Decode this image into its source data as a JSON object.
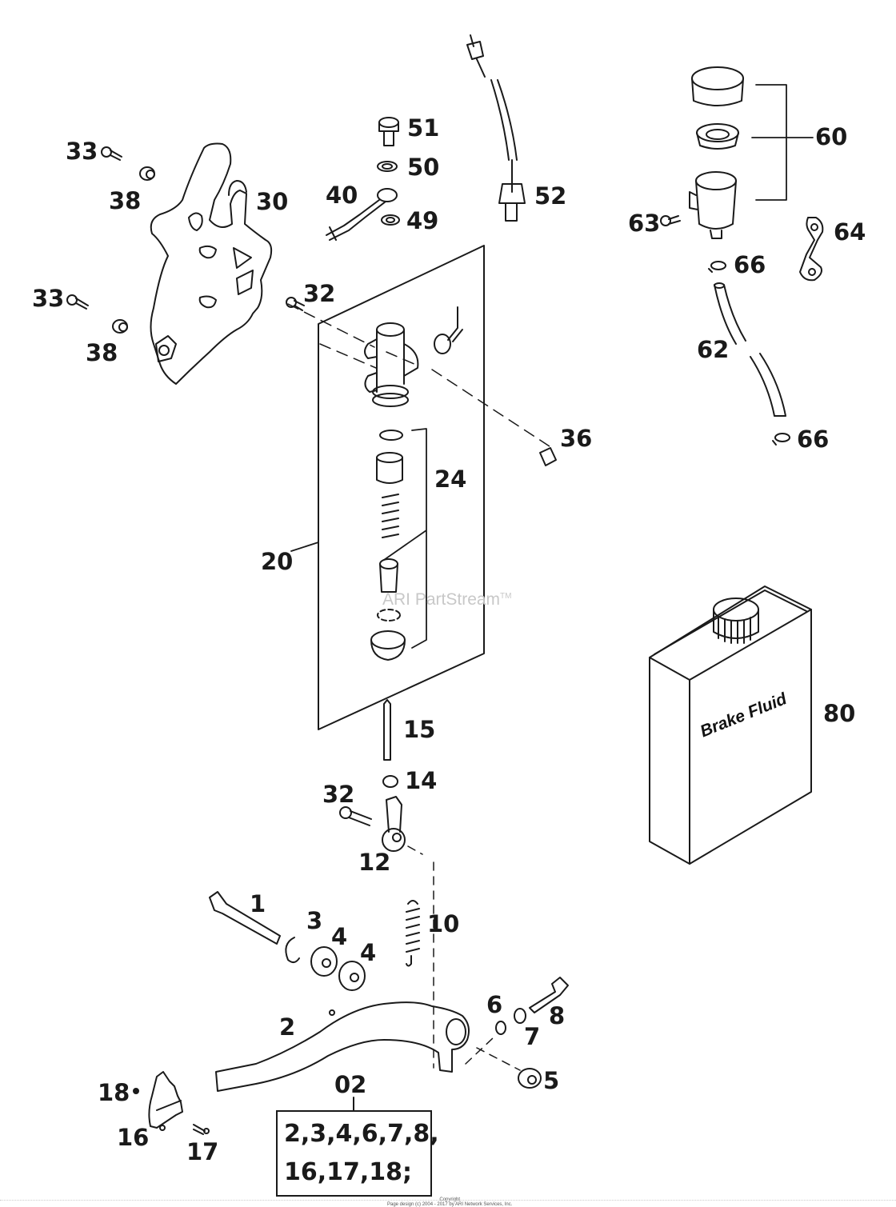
{
  "diagram": {
    "type": "exploded parts diagram",
    "subject": "rear brake master cylinder and brake pedal assembly",
    "callouts": [
      {
        "id": "c33a",
        "label": "33",
        "part": "screw"
      },
      {
        "id": "c38a",
        "label": "38",
        "part": "bushing"
      },
      {
        "id": "c30",
        "label": "30",
        "part": "heel guard / protector"
      },
      {
        "id": "c33b",
        "label": "33",
        "part": "screw"
      },
      {
        "id": "c38b",
        "label": "38",
        "part": "bushing"
      },
      {
        "id": "c51",
        "label": "51",
        "part": "banjo bolt"
      },
      {
        "id": "c50",
        "label": "50",
        "part": "sealing ring"
      },
      {
        "id": "c40",
        "label": "40",
        "part": "brake line"
      },
      {
        "id": "c49",
        "label": "49",
        "part": "sealing ring"
      },
      {
        "id": "c52",
        "label": "52",
        "part": "brake light switch"
      },
      {
        "id": "c32a",
        "label": "32",
        "part": "screw"
      },
      {
        "id": "c60",
        "label": "60",
        "part": "reservoir assembly"
      },
      {
        "id": "c63",
        "label": "63",
        "part": "screw"
      },
      {
        "id": "c64",
        "label": "64",
        "part": "bracket"
      },
      {
        "id": "c66a",
        "label": "66",
        "part": "hose clamp"
      },
      {
        "id": "c62",
        "label": "62",
        "part": "hose"
      },
      {
        "id": "c66b",
        "label": "66",
        "part": "hose clamp"
      },
      {
        "id": "c36",
        "label": "36",
        "part": "plug"
      },
      {
        "id": "c24",
        "label": "24",
        "part": "repair kit"
      },
      {
        "id": "c20",
        "label": "20",
        "part": "master cylinder"
      },
      {
        "id": "c80",
        "label": "80",
        "part": "brake fluid"
      },
      {
        "id": "c15",
        "label": "15",
        "part": "push rod"
      },
      {
        "id": "c14",
        "label": "14",
        "part": "nut"
      },
      {
        "id": "c32b",
        "label": "32",
        "part": "screw"
      },
      {
        "id": "c12",
        "label": "12",
        "part": "fork head"
      },
      {
        "id": "c1",
        "label": "1",
        "part": "bolt"
      },
      {
        "id": "c3",
        "label": "3",
        "part": "circlip"
      },
      {
        "id": "c4a",
        "label": "4",
        "part": "bearing"
      },
      {
        "id": "c4b",
        "label": "4",
        "part": "bearing"
      },
      {
        "id": "c10",
        "label": "10",
        "part": "spring"
      },
      {
        "id": "c2",
        "label": "2",
        "part": "brake pedal"
      },
      {
        "id": "c6",
        "label": "6",
        "part": "washer"
      },
      {
        "id": "c7",
        "label": "7",
        "part": "nut"
      },
      {
        "id": "c8",
        "label": "8",
        "part": "screw"
      },
      {
        "id": "c5",
        "label": "5",
        "part": "nut"
      },
      {
        "id": "c18",
        "label": "18",
        "part": "rivet"
      },
      {
        "id": "c16",
        "label": "16",
        "part": "pedal tip"
      },
      {
        "id": "c17",
        "label": "17",
        "part": "screw"
      },
      {
        "id": "c02",
        "label": "02",
        "part": "brake pedal kit"
      }
    ],
    "kit": {
      "label": "02",
      "line1": "2,3,4,6,7,8,",
      "line2": "16,17,18;"
    },
    "can_text": "Brake Fluid",
    "watermark": "ARI PartStream",
    "watermark_tm": "TM",
    "copyright_line1": "Copyright",
    "copyright_line2": "Page design (c) 2004 - 2017 by ARI Network Services, Inc."
  }
}
